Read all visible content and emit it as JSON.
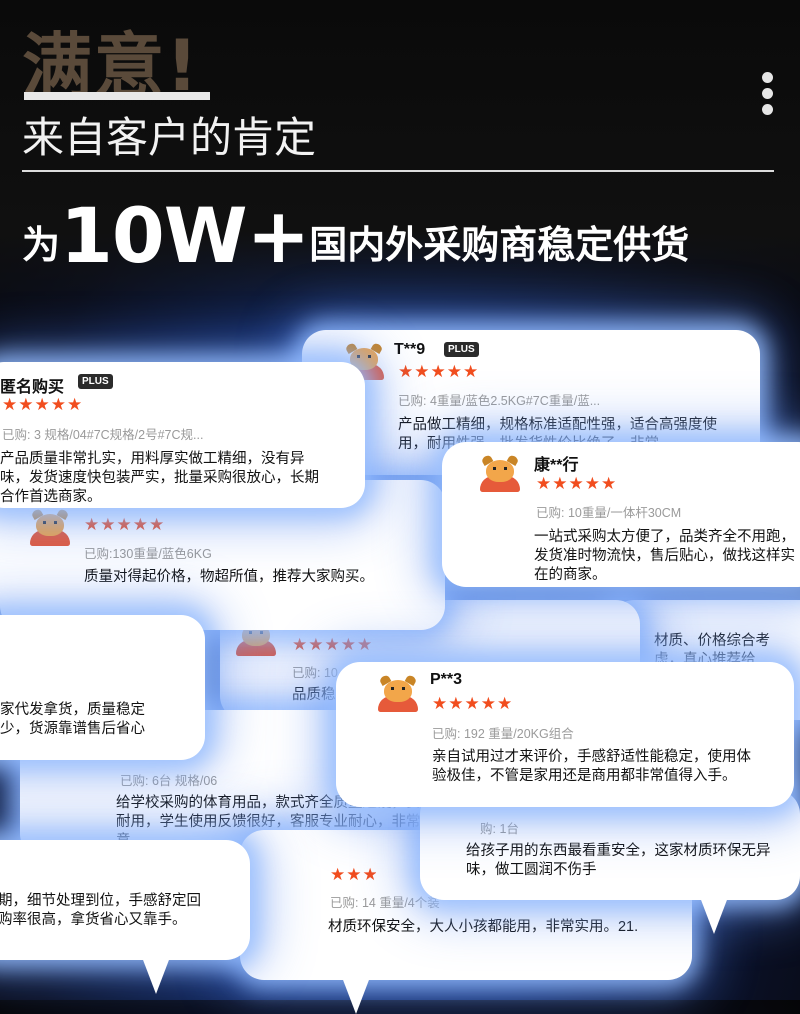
{
  "header": {
    "title": "满意!",
    "subtitle": "来自客户的肯定",
    "headline_prefix": "为",
    "headline_big": "10W+",
    "headline_suffix": "国内外采购商稳定供货"
  },
  "rating_stars": "★★★★★",
  "reviews": {
    "r1": {
      "user": "T**9",
      "badge": "PLUS",
      "purchase": "已购: 4重量/蓝色2.5KG#7C重量/蓝...",
      "text": "产品做工精细，规格标准适配性强，适合高强度使用，耐用性强，批发货性价比绝了，非常"
    },
    "r2": {
      "user": "匿名购买",
      "badge": "PLUS",
      "purchase": "已购: 3 规格/04#7C规格/2号#7C规...",
      "text": "产品质量非常扎实，用料厚实做工精细，没有异味，发货速度快包装严实，批量采购很放心，长期合作首选商家。"
    },
    "r3": {
      "user": "康**行",
      "purchase": "已购: 10重量/一体杆30CM",
      "text": "一站式采购太方便了，品类齐全不用跑，发货准时物流快，售后贴心，做找这样实在的商家。"
    },
    "r4": {
      "purchase": "已购:130重量/蓝色6KG",
      "text": "质量对得起价格，物超所值，推荐大家购买。"
    },
    "r5": {
      "text": "材质、价格综合考虑，真心推荐给"
    },
    "r6": {
      "text": "家代发拿货，质量稳定少，货源靠谱售后省心"
    },
    "r7": {
      "purchase": "已购: 10",
      "text": "品质稳"
    },
    "r8": {
      "user": "P**3",
      "purchase": "已购: 192 重量/20KG组合",
      "text": "亲自试用过才来评价，手感舒适性能稳定，使用体验极佳，不管是家用还是商用都非常值得入手。"
    },
    "r9": {
      "purchase": "已购: 6台 规格/06",
      "text": "给学校采购的体育用品，款式齐全质量过硬，安全耐用，学生使用反馈很好，客服专业耐心，非常满意。"
    },
    "r10": {
      "purchase": "购: 1台",
      "text": "给孩子用的东西最看重安全，这家材质环保无异味，做工圆润不伤手"
    },
    "r11": {
      "text": "期，细节处理到位，手感舒定回购率很高，拿货省心又靠手。"
    },
    "r12": {
      "purchase": "已购: 14 重量/4个装",
      "text": "材质环保安全，大人小孩都能用，非常实用。21."
    }
  }
}
